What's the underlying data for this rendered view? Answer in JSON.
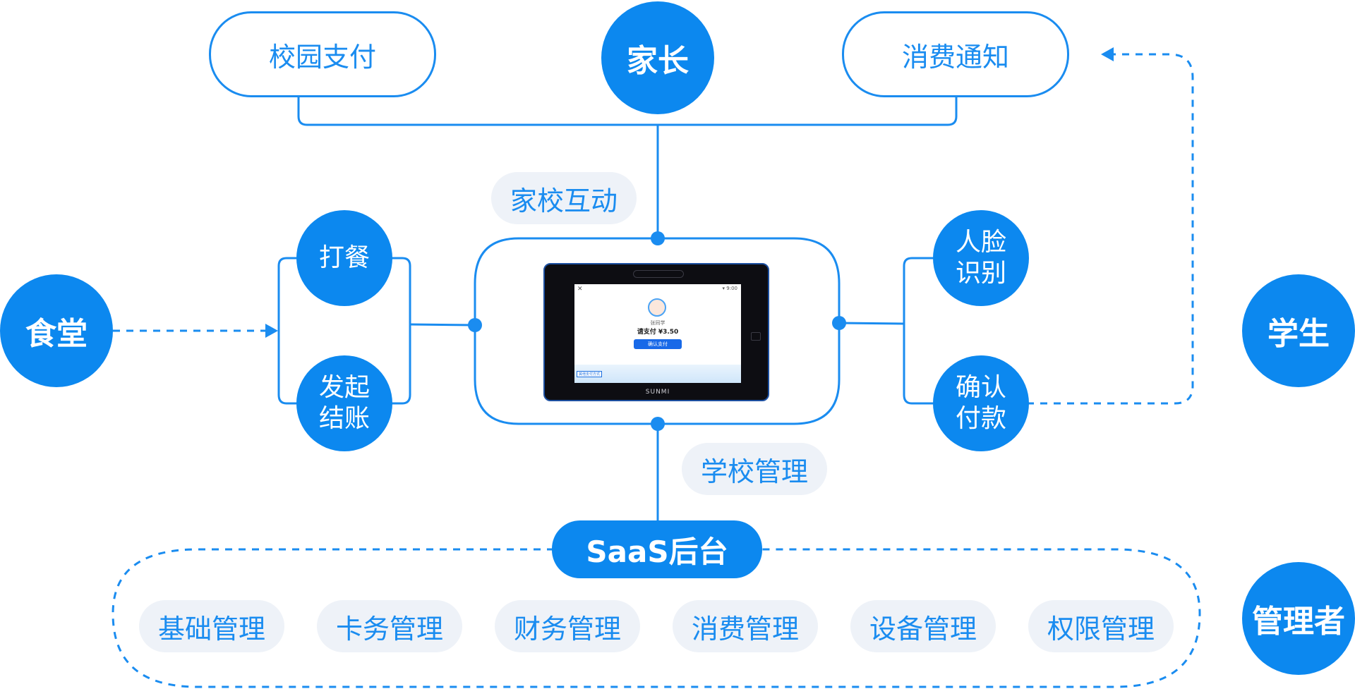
{
  "colors": {
    "accent": "#0c88ef",
    "line": "#1a8cf0",
    "tag_bg": "#eef2f8"
  },
  "parent": {
    "circle": "家长",
    "pay": "校园支付",
    "notify": "消费通知",
    "interaction": "家校互动"
  },
  "canteen": {
    "circle": "食堂",
    "order_line1": "打餐",
    "checkout_line1": "发起",
    "checkout_line2": "结账"
  },
  "student": {
    "circle": "学生",
    "face_line1": "人脸",
    "face_line2": "识别",
    "confirm_line1": "确认",
    "confirm_line2": "付款"
  },
  "management": {
    "school": "学校管理",
    "saas": "SaaS后台",
    "circle": "管理者",
    "modules": [
      "基础管理",
      "卡务管理",
      "财务管理",
      "消费管理",
      "设备管理",
      "权限管理"
    ]
  },
  "device": {
    "close_label": "✕",
    "time_label": "▾ 9:00",
    "user_name": "张同学",
    "amount": "请支付 ¥3.50",
    "confirm_button": "确认支付",
    "footer_label": "其他支付方式",
    "brand": "SUNMI"
  }
}
